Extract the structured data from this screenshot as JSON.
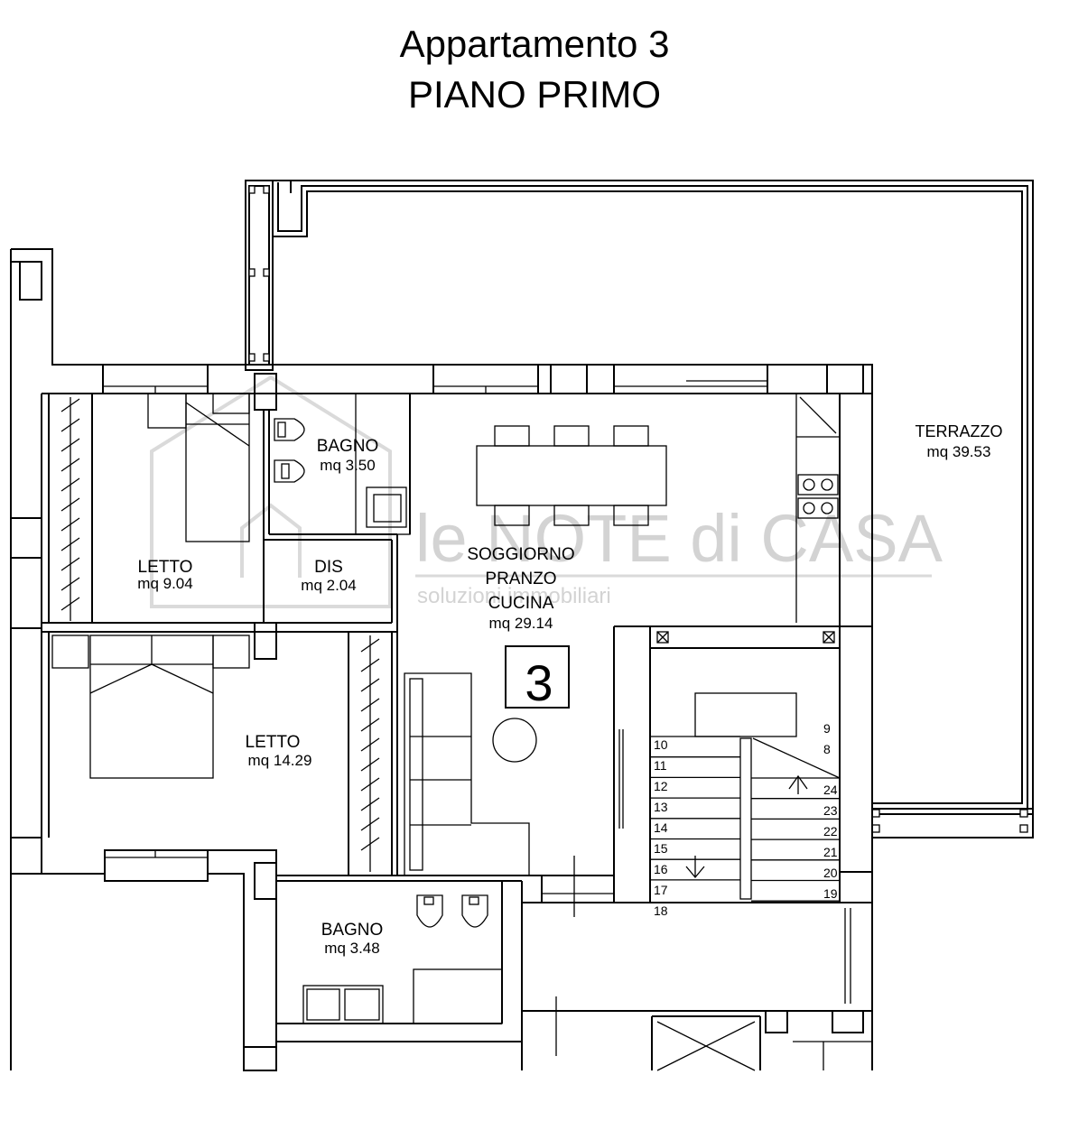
{
  "header": {
    "title": "Appartamento 3",
    "subtitle": "PIANO PRIMO"
  },
  "rooms": [
    {
      "id": "terrazzo",
      "name": "TERRAZZO",
      "area": "mq 39.53"
    },
    {
      "id": "bagno-1",
      "name": "BAGNO",
      "area": "mq 3.50"
    },
    {
      "id": "letto-1",
      "name": "LETTO",
      "area": "mq 9.04"
    },
    {
      "id": "dis",
      "name": "DIS",
      "area": "mq 2.04"
    },
    {
      "id": "soggiorno",
      "name_lines": [
        "SOGGIORNO",
        "PRANZO",
        "CUCINA"
      ],
      "area": "mq 29.14"
    },
    {
      "id": "letto-2",
      "name": "LETTO",
      "area": "mq 14.29"
    },
    {
      "id": "bagno-2",
      "name": "BAGNO",
      "area": "mq 3.48"
    }
  ],
  "unit_number": "3",
  "stair_steps": {
    "left": [
      "10",
      "11",
      "12",
      "13",
      "14",
      "15",
      "16",
      "17",
      "18"
    ],
    "right_top": [
      "9",
      "8"
    ],
    "right_bottom": [
      "24",
      "23",
      "22",
      "21",
      "20",
      "19"
    ]
  },
  "watermark": {
    "brand": "le NOTE di CASA",
    "tagline": "soluzioni immobiliari"
  }
}
